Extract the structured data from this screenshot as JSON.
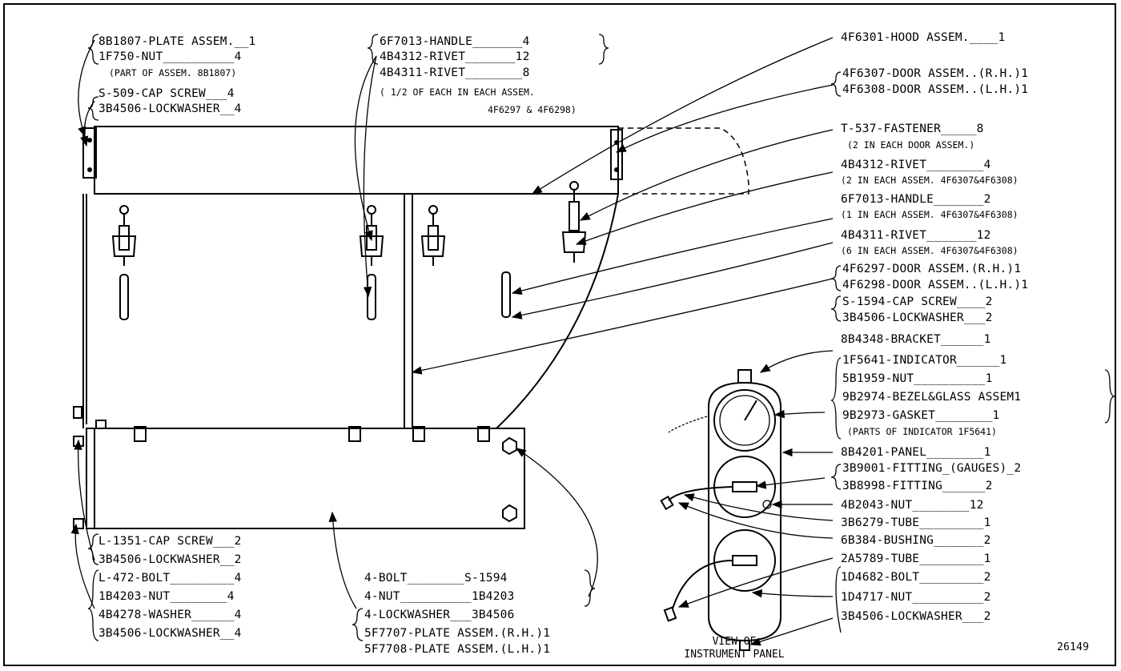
{
  "figure_number": "26149",
  "panel_caption": [
    "VIEW OF",
    "INSTRUMENT PANEL"
  ],
  "callouts_top_left": [
    "8B1807-PLATE ASSEM.__1",
    "1F750-NUT__________4",
    "S-509-CAP SCREW___4",
    "3B4506-LOCKWASHER__4"
  ],
  "note_top_left": "(PART OF ASSEM. 8B1807)",
  "callouts_top_mid": [
    "6F7013-HANDLE_______4",
    "4B4312-RIVET_______12",
    "4B4311-RIVET________8"
  ],
  "note_top_mid_1": "( 1/2 OF EACH IN EACH ASSEM.",
  "note_top_mid_2": "4F6297 & 4F6298)",
  "callouts_right": [
    "4F6301-HOOD ASSEM.____1",
    "4F6307-DOOR ASSEM..(R.H.)1",
    "4F6308-DOOR ASSEM..(L.H.)1",
    "T-537-FASTENER_____8",
    "4B4312-RIVET________4",
    "6F7013-HANDLE_______2",
    "4B4311-RIVET_______12",
    "4F6297-DOOR ASSEM.(R.H.)1",
    "4F6298-DOOR ASSEM..(L.H.)1",
    "S-1594-CAP SCREW____2",
    "3B4506-LOCKWASHER___2",
    "8B4348-BRACKET______1",
    "1F5641-INDICATOR______1",
    "5B1959-NUT__________1",
    "9B2974-BEZEL&GLASS ASSEM1",
    "9B2973-GASKET________1",
    "8B4201-PANEL________1",
    "3B9001-FITTING_(GAUGES)_2",
    "3B8998-FITTING______2",
    "4B2043-NUT________12",
    "3B6279-TUBE_________1",
    "6B384-BUSHING_______2",
    "2A5789-TUBE_________1",
    "1D4682-BOLT_________2",
    "1D4717-NUT__________2",
    "3B4506-LOCKWASHER___2"
  ],
  "notes_right": [
    "(2 IN EACH DOOR ASSEM.)",
    "(2 IN EACH ASSEM. 4F6307&4F6308)",
    "(1 IN EACH ASSEM. 4F6307&4F6308)",
    "(6 IN EACH ASSEM. 4F6307&4F6308)",
    "(PARTS OF INDICATOR 1F5641)"
  ],
  "callouts_bottom_left": [
    "L-1351-CAP SCREW___2",
    "3B4506-LOCKWASHER__2",
    "L-472-BOLT_________4",
    "1B4203-NUT________4",
    "4B4278-WASHER______4",
    "3B4506-LOCKWASHER__4"
  ],
  "callouts_bottom_mid": [
    "4-BOLT________S-1594",
    "4-NUT__________1B4203",
    "4-LOCKWASHER___3B4506",
    "5F7707-PLATE ASSEM.(R.H.)1",
    "5F7708-PLATE ASSEM.(L.H.)1"
  ]
}
